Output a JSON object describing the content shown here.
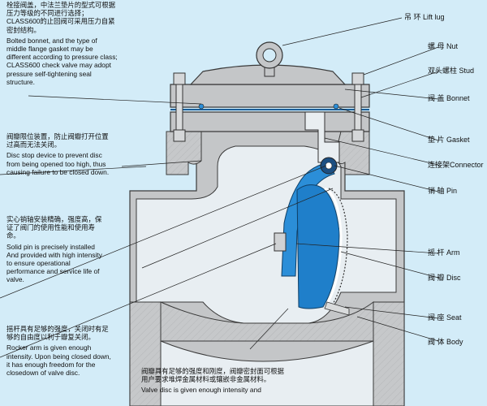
{
  "notes": [
    {
      "id": "bonnet",
      "cn": "栓接阀盖，中法兰垫片的型式可根据压力等级的不同进行选择；CLASS600的止回阀可采用压力自紧密封结构。",
      "en": "Bolted bonnet, and the type of middle flange gasket may be different according to pressure class; CLASS600 check valve may adopt pressure self-tightening seal structure."
    },
    {
      "id": "stop",
      "cn": "阀瓣限位装置，防止阀瓣打开位置过高而无法关闭。",
      "en": "Disc stop device to prevent disc from being opened too high, thus causing failure to be closed down."
    },
    {
      "id": "pin",
      "cn": "实心销轴安装精确，强度高，保证了阀门的使用性能和使用寿命。",
      "en": "Solid pin is precisely installed And provided with high intensity to ensure operational performance and service life of valve."
    },
    {
      "id": "rocker",
      "cn": "摇杆具有足够的强度，关闭时有足够的自由度以利于瓣复关闭。",
      "en": "Rocker arm is given enough intensity. Upon being closed down, it has enough freedom for the closedown of valve disc."
    },
    {
      "id": "disc",
      "cn": "阀瓣具有足够的强度和刚度，阀瓣密封面可根据用户要求堆焊金属材料或镶嵌非金属材料。",
      "en": "Valve disc is given enough intensity and"
    }
  ],
  "parts": [
    {
      "id": "lift-lug",
      "cn": "吊 环",
      "en": "Lift lug"
    },
    {
      "id": "nut",
      "cn": "螺 母",
      "en": "Nut"
    },
    {
      "id": "stud",
      "cn": "双头螺柱",
      "en": "Stud"
    },
    {
      "id": "bonnet",
      "cn": "阀 盖",
      "en": "Bonnet"
    },
    {
      "id": "gasket",
      "cn": "垫 片",
      "en": "Gasket"
    },
    {
      "id": "connector",
      "cn": "连接架",
      "en": "Connector"
    },
    {
      "id": "pin",
      "cn": "销 轴",
      "en": "Pin"
    },
    {
      "id": "arm",
      "cn": "摇 杆",
      "en": "Arm"
    },
    {
      "id": "disc",
      "cn": "阀 瓣",
      "en": "Disc"
    },
    {
      "id": "seat",
      "cn": "阀 座",
      "en": "Seat"
    },
    {
      "id": "body",
      "cn": "阀 体",
      "en": "Body"
    }
  ],
  "colors": {
    "background": "#d3ecf8",
    "metal": "#c2c4c6",
    "metal_dark": "#8d9092",
    "arm_blue": "#2b8ed8",
    "disc_blue": "#1f7fca"
  }
}
